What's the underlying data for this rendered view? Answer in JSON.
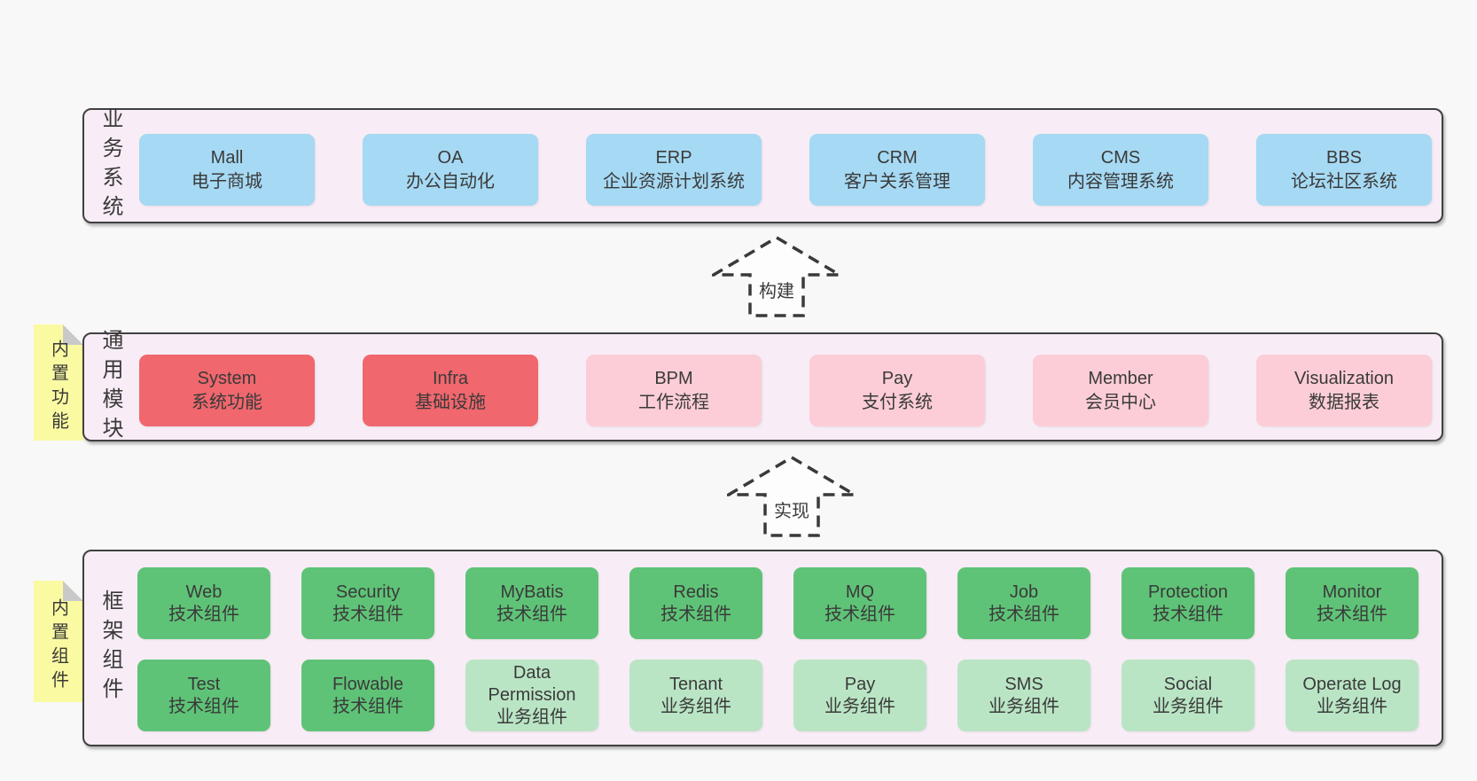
{
  "colors": {
    "page-bg": "#f8f8f8",
    "container-bg": "#f8edf6",
    "border": "#404040",
    "text": "#3a3a3a",
    "blue": "#a6d9f3",
    "red": "#f0676d",
    "pink": "#fccdd6",
    "green-dark": "#5fc377",
    "green-light": "#bae5c5",
    "yellow": "#fafaa2",
    "fold": "#c9c9c9",
    "arrow-fill": "#fdfdfd"
  },
  "arrows": {
    "build": {
      "label": "构建"
    },
    "implement": {
      "label": "实现"
    }
  },
  "stickies": {
    "functions": {
      "label": "内置功能"
    },
    "components": {
      "label": "内置组件"
    }
  },
  "layers": {
    "business": {
      "side_label": "业务系统",
      "boxes": [
        {
          "title": "Mall",
          "subtitle": "电子商城"
        },
        {
          "title": "OA",
          "subtitle": "办公自动化"
        },
        {
          "title": "ERP",
          "subtitle": "企业资源计划系统"
        },
        {
          "title": "CRM",
          "subtitle": "客户关系管理"
        },
        {
          "title": "CMS",
          "subtitle": "内容管理系统"
        },
        {
          "title": "BBS",
          "subtitle": "论坛社区系统"
        }
      ]
    },
    "modules": {
      "side_label": "通用模块",
      "boxes": [
        {
          "title": "System",
          "subtitle": "系统功能",
          "variant": "red"
        },
        {
          "title": "Infra",
          "subtitle": "基础设施",
          "variant": "red"
        },
        {
          "title": "BPM",
          "subtitle": "工作流程",
          "variant": "pink"
        },
        {
          "title": "Pay",
          "subtitle": "支付系统",
          "variant": "pink"
        },
        {
          "title": "Member",
          "subtitle": "会员中心",
          "variant": "pink"
        },
        {
          "title": "Visualization",
          "subtitle": "数据报表",
          "variant": "pink"
        }
      ]
    },
    "components": {
      "side_label": "框架组件",
      "rows": [
        [
          {
            "title": "Web",
            "subtitle": "技术组件",
            "variant": "green-dark"
          },
          {
            "title": "Security",
            "subtitle": "技术组件",
            "variant": "green-dark"
          },
          {
            "title": "MyBatis",
            "subtitle": "技术组件",
            "variant": "green-dark"
          },
          {
            "title": "Redis",
            "subtitle": "技术组件",
            "variant": "green-dark"
          },
          {
            "title": "MQ",
            "subtitle": "技术组件",
            "variant": "green-dark"
          },
          {
            "title": "Job",
            "subtitle": "技术组件",
            "variant": "green-dark"
          },
          {
            "title": "Protection",
            "subtitle": "技术组件",
            "variant": "green-dark"
          },
          {
            "title": "Monitor",
            "subtitle": "技术组件",
            "variant": "green-dark"
          }
        ],
        [
          {
            "title": "Test",
            "subtitle": "技术组件",
            "variant": "green-dark"
          },
          {
            "title": "Flowable",
            "subtitle": "技术组件",
            "variant": "green-dark"
          },
          {
            "title": "Data Permission",
            "subtitle": "业务组件",
            "variant": "green-light"
          },
          {
            "title": "Tenant",
            "subtitle": "业务组件",
            "variant": "green-light"
          },
          {
            "title": "Pay",
            "subtitle": "业务组件",
            "variant": "green-light"
          },
          {
            "title": "SMS",
            "subtitle": "业务组件",
            "variant": "green-light"
          },
          {
            "title": "Social",
            "subtitle": "业务组件",
            "variant": "green-light"
          },
          {
            "title": "Operate Log",
            "subtitle": "业务组件",
            "variant": "green-light"
          }
        ]
      ]
    }
  }
}
